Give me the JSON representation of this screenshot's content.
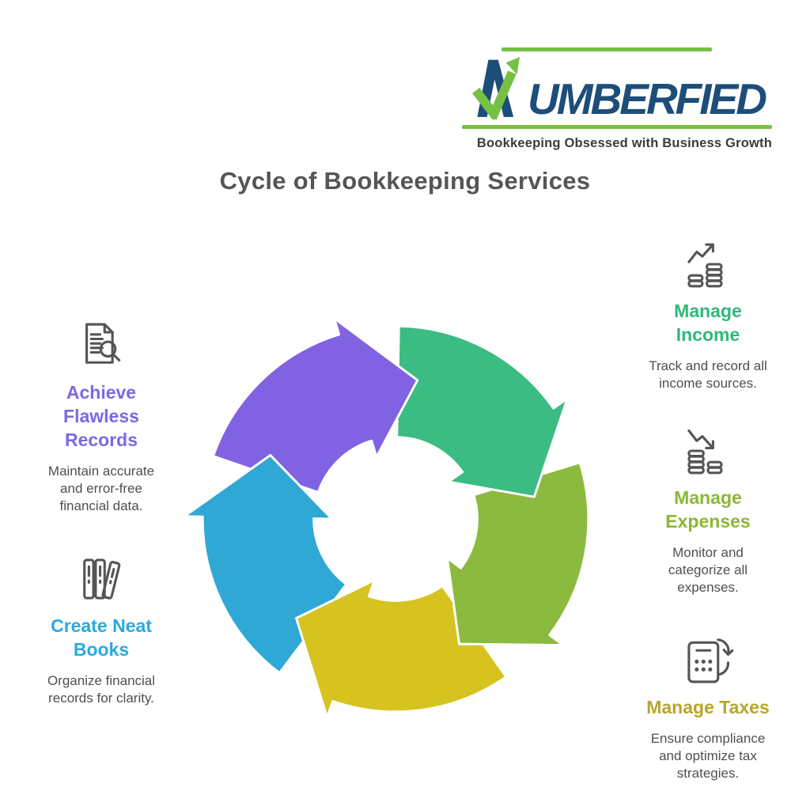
{
  "logo": {
    "brand_name": "NUMBERFIED",
    "wordmark_rest": "UMBERFIED",
    "tagline": "Bookkeeping Obsessed with Business Growth",
    "blue_hex": "#1d4e79",
    "green_hex": "#76c043"
  },
  "title": "Cycle of Bookkeeping Services",
  "features": [
    {
      "id": "achieve-flawless-records",
      "icon": "document-search-icon",
      "heading": "Achieve\nFlawless\nRecords",
      "heading_color": "#7e68e1",
      "description": "Maintain accurate\nand error-free\nfinancial data."
    },
    {
      "id": "create-neat-books",
      "icon": "stacked-books-icon",
      "heading": "Create Neat\nBooks",
      "heading_color": "#29a9e1",
      "description": "Organize financial\nrecords for clarity."
    },
    {
      "id": "manage-income",
      "icon": "rising-income-icon",
      "heading": "Manage\nIncome",
      "heading_color": "#2eba79",
      "description": "Track and record all\nincome sources."
    },
    {
      "id": "manage-expenses",
      "icon": "falling-expenses-icon",
      "heading": "Manage\nExpenses",
      "heading_color": "#8cb733",
      "description": "Monitor and\ncategorize all\nexpenses."
    },
    {
      "id": "manage-taxes",
      "icon": "tax-calculator-refresh-icon",
      "heading": "Manage Taxes",
      "heading_color": "#b8a62c",
      "description": "Ensure compliance\nand optimize tax\nstrategies."
    }
  ],
  "cycle": {
    "direction": "clockwise",
    "outline": "#ffffff",
    "r_out": 250,
    "r_in": 106,
    "head_out": 272,
    "head_in": 84,
    "tip_r": 182,
    "span_deg": 72,
    "overlap_deg": 8,
    "head_deg": 26,
    "segments": [
      {
        "id": "create-neat-books",
        "color": "#2fa8d6",
        "tip_deg": 207
      },
      {
        "id": "manage-taxes",
        "color": "#d6c31f",
        "tip_deg": 135
      },
      {
        "id": "manage-expenses",
        "color": "#8cba3e",
        "tip_deg": 63
      },
      {
        "id": "manage-income",
        "color": "#3bbc82",
        "tip_deg": 351
      },
      {
        "id": "achieve-flawless-records",
        "color": "#8162e2",
        "tip_deg": 279
      }
    ]
  }
}
